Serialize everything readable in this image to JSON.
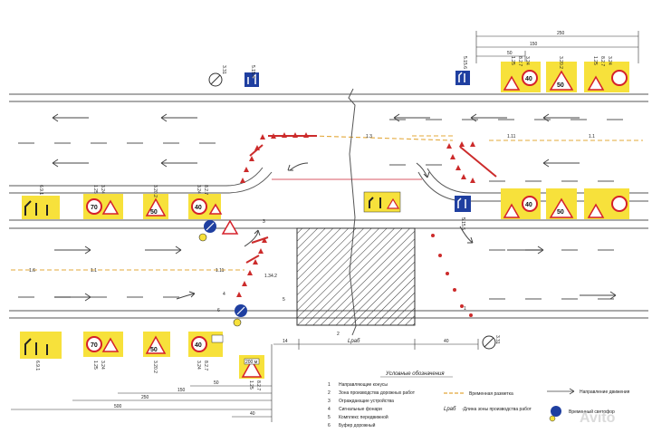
{
  "sign_codes": {
    "s331": "3.31",
    "s5154": "5.15.4",
    "s5156": "5.15.6",
    "s125": "1.25",
    "s827": "8.2.7",
    "s324": "3.24",
    "s3202": "3.20.2",
    "s691": "6.9.1",
    "s5155": "5.15.5",
    "s827b": "8.2.7"
  },
  "sign_values": {
    "limit40": "40",
    "limit50": "50",
    "limit70": "70",
    "plate_200m": "200 м"
  },
  "markings": {
    "m11": "1.1",
    "m16": "1.6",
    "m13": "1.3",
    "m111": "1.11",
    "m1342": "1.34.2"
  },
  "dimensions": {
    "top_250": "250",
    "top_150": "150",
    "top_50": "50",
    "bottom_50": "50",
    "bottom_150": "150",
    "bottom_250": "250",
    "bottom_500": "500",
    "bottom_40": "40",
    "work_length": "Lраб",
    "work_left": "14",
    "work_right": "40"
  },
  "callouts": {
    "c1": "1",
    "c2": "2",
    "c3": "3",
    "c4": "4",
    "c5": "5",
    "c6": "6"
  },
  "legend": {
    "title": "Условные обозначения",
    "items": [
      {
        "num": "1",
        "text": "Направляющие конусы"
      },
      {
        "num": "2",
        "text": "Зона производства дорожных работ"
      },
      {
        "num": "3",
        "text": "Ограждающие устройства"
      },
      {
        "num": "4",
        "text": "Сигнальные фонари"
      },
      {
        "num": "5",
        "text": "Комплекс передвижной"
      },
      {
        "num": "6",
        "text": "Буфер дорожный"
      }
    ],
    "temp_marking": "Временная разметка",
    "direction": "Направление движения",
    "work_length_code": "Lраб",
    "work_length_text": "-Длина зоны производства работ",
    "temp_light": "Временный светофор"
  },
  "watermark": "Avito",
  "colors": {
    "sign_yellow": "#f7e13b",
    "sign_red": "#d5202a",
    "temp_marking": "#e3a83a",
    "cone_red": "#cc2b2b",
    "road_line": "#5a5a5a"
  }
}
